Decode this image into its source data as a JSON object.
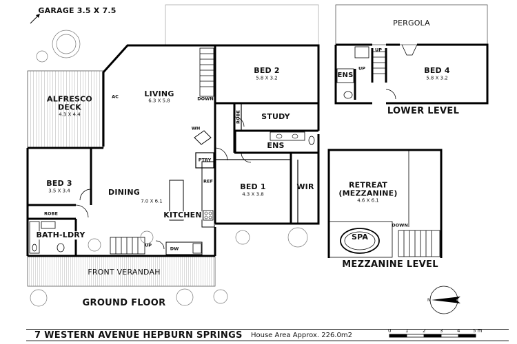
{
  "garage_label": "GARAGE 3.5 X 7.5",
  "pergola_label": "PERGOLA",
  "rooms": {
    "alfresco": {
      "name": "ALFRESCO\nDECK",
      "size": "4.3 X 4.4"
    },
    "living": {
      "name": "LIVING",
      "size": "6.3 X 5.8"
    },
    "bed2": {
      "name": "BED 2",
      "size": "5.8 X 3.2"
    },
    "bed4": {
      "name": "BED 4",
      "size": "5.8 X 3.2"
    },
    "study": {
      "name": "STUDY"
    },
    "ens_top": {
      "name": "ENS"
    },
    "ens_lower": {
      "name": "ENS"
    },
    "bed1": {
      "name": "BED 1",
      "size": "4.3 X 3.8"
    },
    "wir": {
      "name": "WIR"
    },
    "bed3": {
      "name": "BED 3",
      "size": "3.5 X 3.4"
    },
    "dining": {
      "name": "DINING"
    },
    "kitchen": {
      "name": "KITCHEN",
      "size": "7.0 X 6.1"
    },
    "bath": {
      "name": "BATH-LDRY"
    },
    "verandah": {
      "name": "FRONT VERANDAH"
    },
    "retreat": {
      "name": "RETREAT\n(MEZZANINE)",
      "size": "4.6 X 6.1"
    },
    "spa": {
      "name": "SPA"
    }
  },
  "fixtures": {
    "ac": "AC",
    "wh": "WH",
    "robe_top": "ROBE",
    "robe_bed3": "ROBE",
    "ptry": "PTRY",
    "ref": "REF",
    "dw": "DW",
    "down_living": "DOWN",
    "down_mezz": "DOWN",
    "up_front": "UP",
    "up_lower_a": "UP",
    "up_lower_b": "UP"
  },
  "levels": {
    "ground": "GROUND FLOOR",
    "lower": "LOWER LEVEL",
    "mezzanine": "MEZZANINE LEVEL"
  },
  "footer": {
    "address": "7 WESTERN AVENUE HEPBURN SPRINGS",
    "area": "House Area Approx. 226.0m2",
    "scale_ticks": [
      "0",
      "1",
      "2",
      "3",
      "4",
      "5 m"
    ]
  },
  "compass_label": "N"
}
